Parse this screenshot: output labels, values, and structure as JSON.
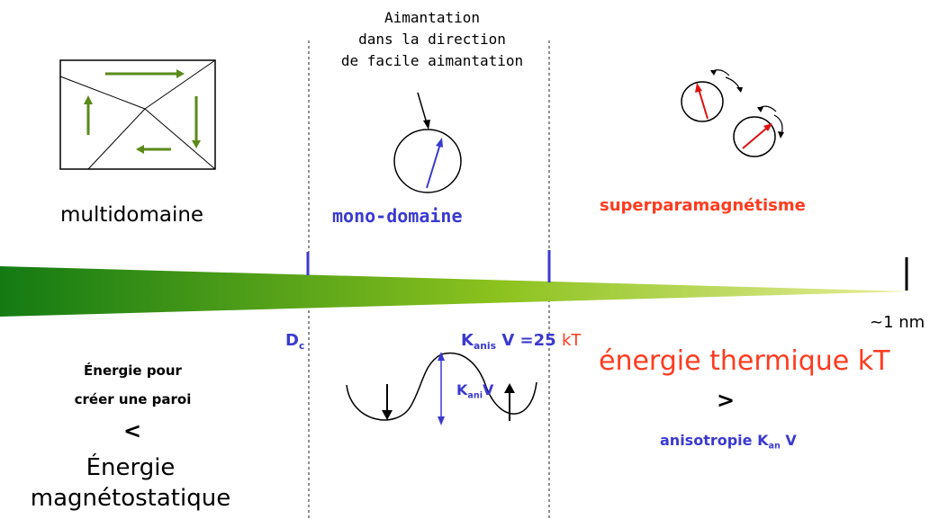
{
  "top_annotation": [
    "Aimantation",
    "dans la direction",
    "de facile aimantation"
  ],
  "labels": {
    "multidomaine": "multidomaine",
    "mono_domaine": "mono-domaine",
    "superparamagnetisme": "superparamagnétisme"
  },
  "scale": {
    "dc_main": "D",
    "dc_sub": "c",
    "kanis_k": "K",
    "kanis_sub": "anis",
    "kanis_rest": " V =25 ",
    "kanis_kt": "kT",
    "nm": "~1 nm"
  },
  "left_block": {
    "energy_wall_1": "Énergie pour",
    "energy_wall_2": "créer une paroi",
    "less_than": "<",
    "energie": "Énergie",
    "magnetostatique": "magnétostatique"
  },
  "middle_block": {
    "k_main": "K",
    "k_sub": "ani",
    "k_v": "V"
  },
  "right_block": {
    "thermal": "énergie thermique kT",
    "greater_than": ">",
    "aniso_prefix": "anisotropie K",
    "aniso_sub": "an",
    "aniso_suffix": " V"
  },
  "colors": {
    "blue": "#3a3ad0",
    "red": "#ff3b1f",
    "green_dark": "#1e7a1e",
    "green_light": "#c8e040",
    "arrow_green": "#5a8a1a"
  }
}
